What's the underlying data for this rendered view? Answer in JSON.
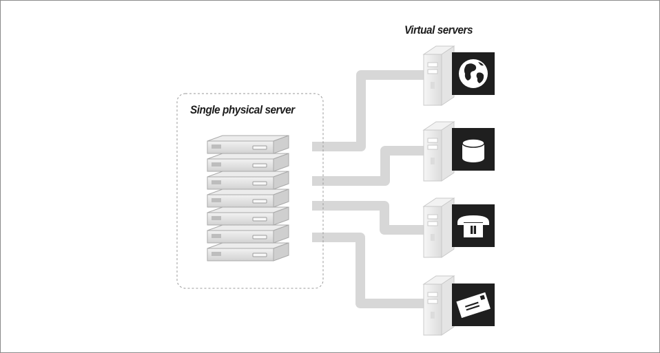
{
  "labels": {
    "physical_server": "Single physical server",
    "virtual_servers": "Virtual servers"
  },
  "virtual_servers": [
    {
      "role": "globe-icon"
    },
    {
      "role": "database-icon"
    },
    {
      "role": "telephone-icon"
    },
    {
      "role": "email-icon"
    }
  ],
  "physical_server": {
    "rack_units": 7
  },
  "colors": {
    "connector": "#d7d7d7",
    "icon_tile": "#1f1f1f",
    "server_body": "#e6e6e6",
    "dashed_border": "#9a9a9a",
    "label_text": "#1c1c1c"
  }
}
